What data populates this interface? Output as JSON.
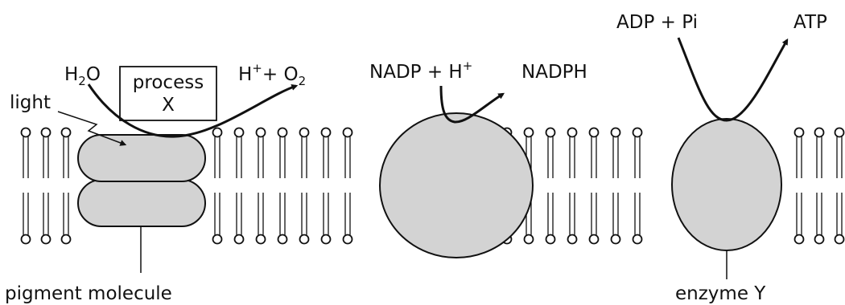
{
  "labels": {
    "h2o_main": "H",
    "h2o_sub": "2",
    "h2o_tail": "O",
    "process_line1": "process",
    "process_line2": "X",
    "hplus_main": "H",
    "hplus_sup": "+",
    "o2_main": "+ O",
    "o2_sub": "2",
    "light": "light",
    "nadp_main": "NADP + H",
    "nadp_sup": "+",
    "nadph": "NADPH",
    "adp": "ADP + Pi",
    "atp": "ATP",
    "pigment": "pigment molecule",
    "enzyme": "enzyme Y"
  },
  "colors": {
    "protein_fill": "#d3d3d3",
    "stroke": "#111111"
  }
}
